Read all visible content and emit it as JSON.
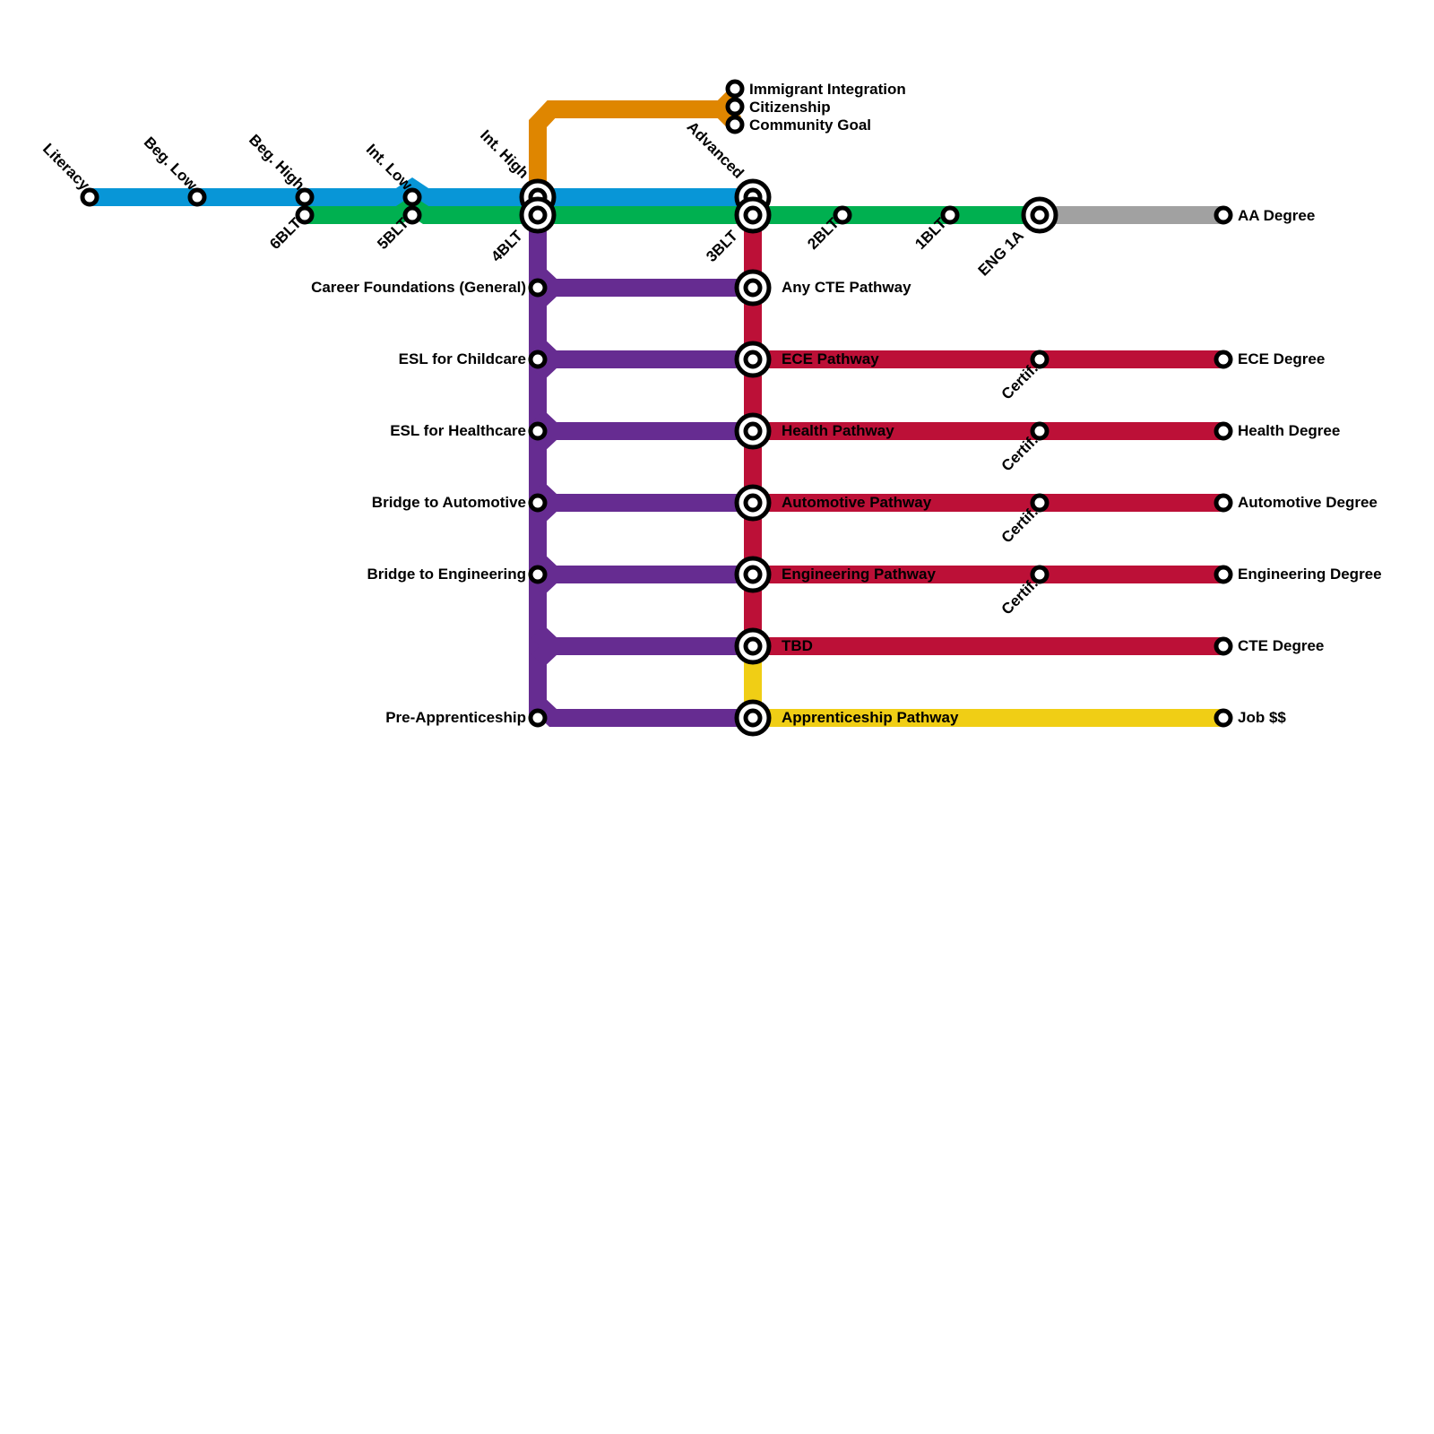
{
  "title": "Adult Education Pathways Transit Map",
  "colors": {
    "blue": "#0896d7",
    "green": "#00b050",
    "orange": "#df8600",
    "purple": "#662c91",
    "red": "#bc1037",
    "yellow": "#f0ce15",
    "gray": "#a1a1a1"
  },
  "lines": [
    {
      "id": "esl-levels",
      "color": "blue"
    },
    {
      "id": "blt-levels",
      "color": "green"
    },
    {
      "id": "community",
      "color": "orange"
    },
    {
      "id": "bridges",
      "color": "purple"
    },
    {
      "id": "cte",
      "color": "red"
    },
    {
      "id": "apprenticeship",
      "color": "yellow"
    },
    {
      "id": "academic",
      "color": "gray"
    }
  ],
  "stations": {
    "literacy": "Literacy",
    "beg_low": "Beg. Low",
    "beg_high": "Beg. High",
    "int_low": "Int. Low",
    "int_high": "Int. High",
    "advanced": "Advanced",
    "blt6": "6BLT",
    "blt5": "5BLT",
    "blt4": "4BLT",
    "blt3": "3BLT",
    "blt2": "2BLT",
    "blt1": "1BLT",
    "eng1a": "ENG 1A",
    "aa_degree": "AA Degree",
    "immigrant_integration": "Immigrant Integration",
    "citizenship": "Citizenship",
    "community_goal": "Community Goal",
    "career_foundations": "Career Foundations (General)",
    "esl_childcare": "ESL for Childcare",
    "esl_healthcare": "ESL for Healthcare",
    "bridge_automotive": "Bridge to Automotive",
    "bridge_engineering": "Bridge to Engineering",
    "pre_apprenticeship": "Pre-Apprenticeship",
    "any_cte": "Any CTE Pathway",
    "ece_pathway": "ECE Pathway",
    "health_pathway": "Health Pathway",
    "automotive_pathway": "Automotive Pathway",
    "engineering_pathway": "Engineering Pathway",
    "tbd": "TBD",
    "apprenticeship_pathway": "Apprenticeship Pathway",
    "certif": "Certif.",
    "ece_degree": "ECE Degree",
    "health_degree": "Health Degree",
    "automotive_degree": "Automotive Degree",
    "engineering_degree": "Engineering Degree",
    "cte_degree": "CTE Degree",
    "job": "Job $$"
  }
}
